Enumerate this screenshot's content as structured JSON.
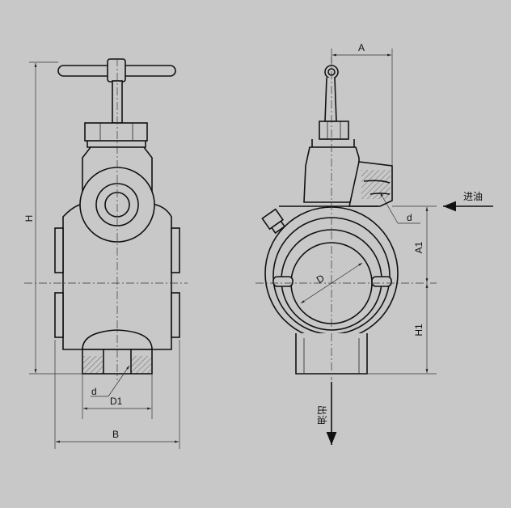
{
  "labels": {
    "H": "H",
    "B": "B",
    "d_left": "d",
    "D1": "D1",
    "A": "A",
    "A1": "A1",
    "H1": "H1",
    "D": "D",
    "d_right": "d",
    "inlet": "进油",
    "outlet": "出油"
  }
}
